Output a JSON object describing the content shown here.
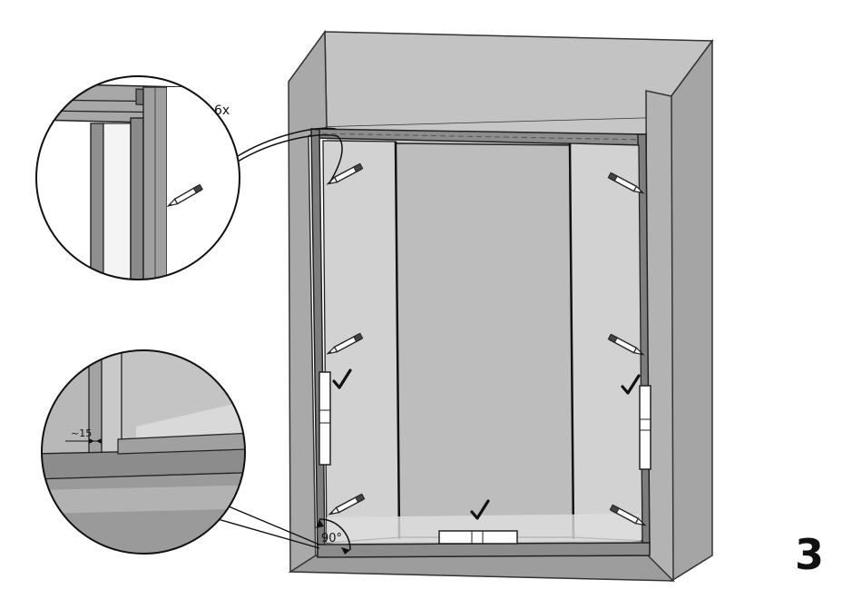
{
  "labels": {
    "count": "6x",
    "gap": "~15",
    "angle": "90°",
    "step": "3"
  },
  "colors": {
    "wall_light": "#aeaeae",
    "wall_dark": "#8a8a8a",
    "wall_face": "#b6b6b6",
    "interior": "#c8c8c8",
    "glass": "#d0d0d0",
    "profile": "#555555",
    "outline": "#222222"
  },
  "icons": [
    "pencil-icon",
    "level-tool-icon",
    "check-mark-icon"
  ]
}
